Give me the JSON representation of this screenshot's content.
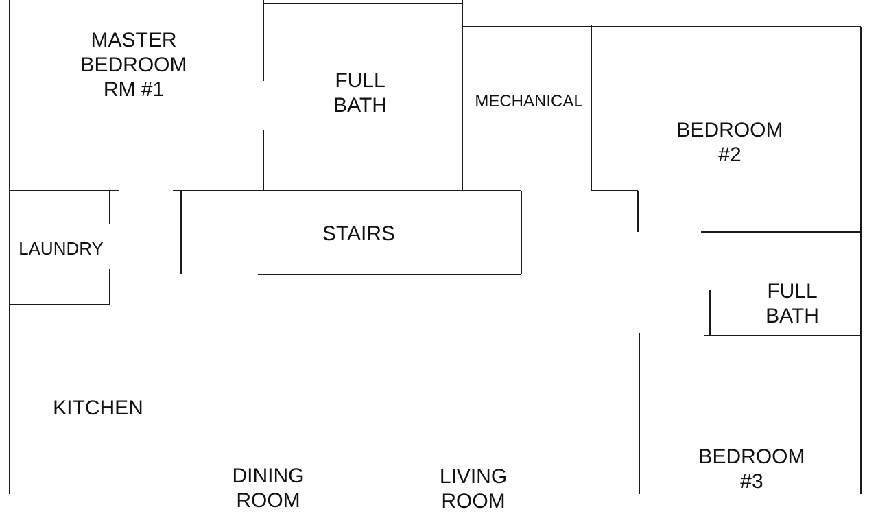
{
  "plan": {
    "rooms": {
      "master_bedroom": [
        "MASTER",
        "BEDROOM",
        "RM #1"
      ],
      "full_bath_1": [
        "FULL",
        "BATH"
      ],
      "mechanical": [
        "MECHANICAL"
      ],
      "bedroom_2": [
        "BEDROOM",
        "#2"
      ],
      "laundry": [
        "LAUNDRY"
      ],
      "stairs": [
        "STAIRS"
      ],
      "full_bath_2": [
        "FULL",
        "BATH"
      ],
      "kitchen": [
        "KITCHEN"
      ],
      "dining_room": [
        "DINING",
        "ROOM"
      ],
      "living_room": [
        "LIVING",
        "ROOM"
      ],
      "bedroom_3": [
        "BEDROOM",
        "#3"
      ]
    }
  }
}
